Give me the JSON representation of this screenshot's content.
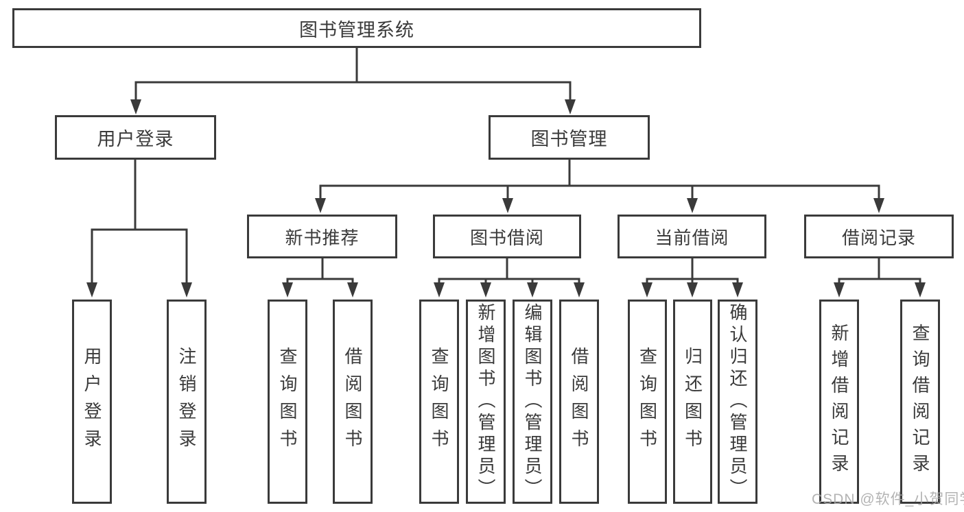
{
  "diagram_title": "图书管理系统",
  "colors": {
    "line": "#3a3a3a",
    "text": "#3a3a3a",
    "background": "#ffffff",
    "watermark": "#a6a6a6"
  },
  "watermark": {
    "text": "CSDN @软件_小贺同学"
  },
  "tree": {
    "label": "图书管理系统",
    "children": [
      {
        "label": "用户登录",
        "children": [
          {
            "label": "用户登录"
          },
          {
            "label": "注销登录"
          }
        ]
      },
      {
        "label": "图书管理",
        "children": [
          {
            "label": "新书推荐",
            "children": [
              {
                "label": "查询图书"
              },
              {
                "label": "借阅图书"
              }
            ]
          },
          {
            "label": "图书借阅",
            "children": [
              {
                "label": "查询图书"
              },
              {
                "label": "新增图书（管理员）"
              },
              {
                "label": "编辑图书（管理员）"
              },
              {
                "label": "借阅图书"
              }
            ]
          },
          {
            "label": "当前借阅",
            "children": [
              {
                "label": "查询图书"
              },
              {
                "label": "归还图书"
              },
              {
                "label": "确认归还（管理员）"
              }
            ]
          },
          {
            "label": "借阅记录",
            "children": [
              {
                "label": "新增借阅记录"
              },
              {
                "label": "查询借阅记录"
              }
            ]
          }
        ]
      }
    ]
  }
}
